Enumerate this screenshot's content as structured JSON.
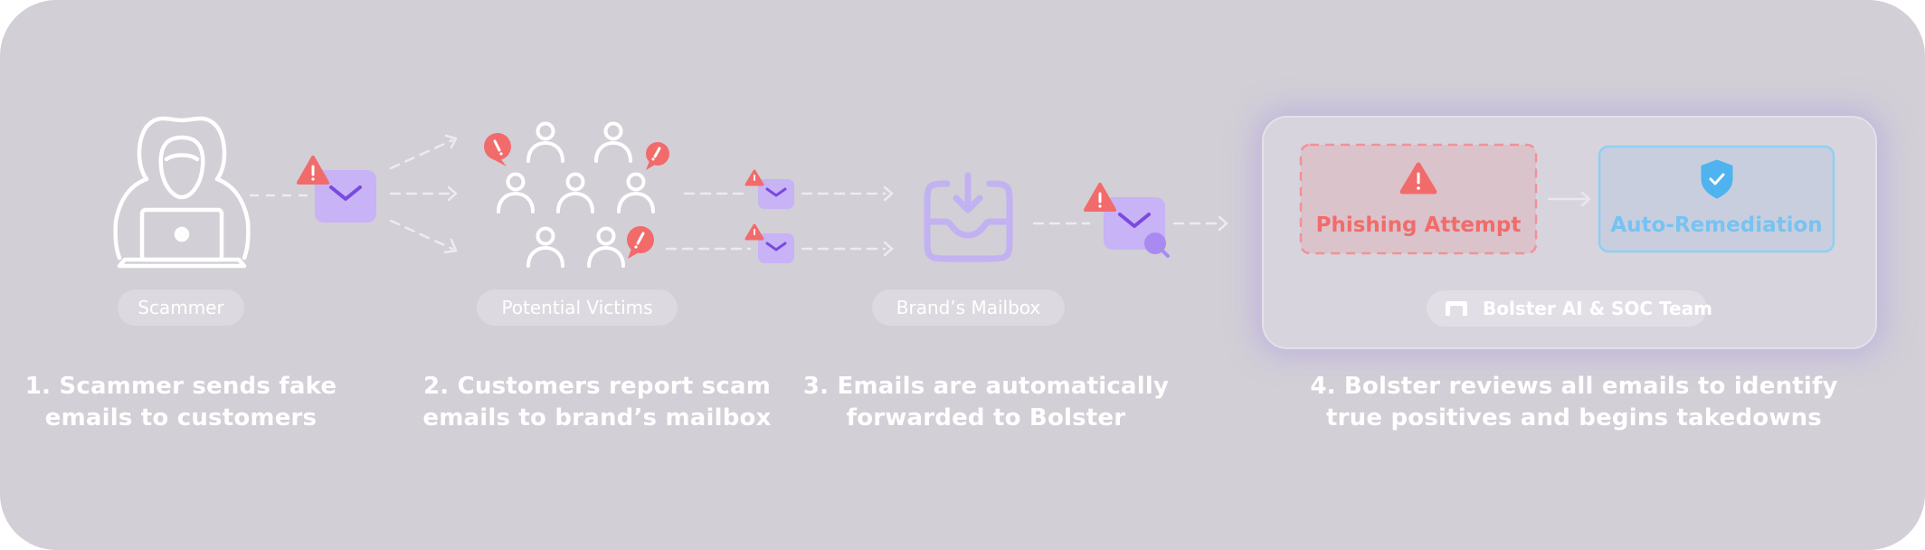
{
  "nodes": {
    "scammer_label": "Scammer",
    "victims_label": "Potential Victims",
    "mailbox_label": "Brand’s Mailbox"
  },
  "bolster": {
    "phishing_label": "Phishing Attempt",
    "remediation_label": "Auto-Remediation",
    "team_label": "Bolster AI & SOC Team"
  },
  "steps": [
    "1. Scammer sends fake\nemails to customers",
    "2. Customers report scam\nemails to brand’s mailbox",
    "3. Emails are automatically\nforwarded to Bolster",
    "4. Bolster reviews all emails to identify\ntrue positives and begins takedowns"
  ],
  "colors": {
    "background": "#d2cfd7",
    "envelope": "#c7b3f6",
    "envelope_mark": "#7a4ae0",
    "alert": "#f26b6b",
    "phishing_fill": "#dbc3cb",
    "phishing_text": "#f26b6b",
    "remediation_fill": "#c9cede",
    "remediation_text": "#76c3f2",
    "mailbox": "#c2b2f2"
  },
  "icons": [
    "hacker-icon",
    "envelope-icon",
    "alert-icon",
    "people-icon",
    "inbox-icon",
    "magnifier-icon",
    "shield-check-icon",
    "bolster-logo-icon"
  ]
}
